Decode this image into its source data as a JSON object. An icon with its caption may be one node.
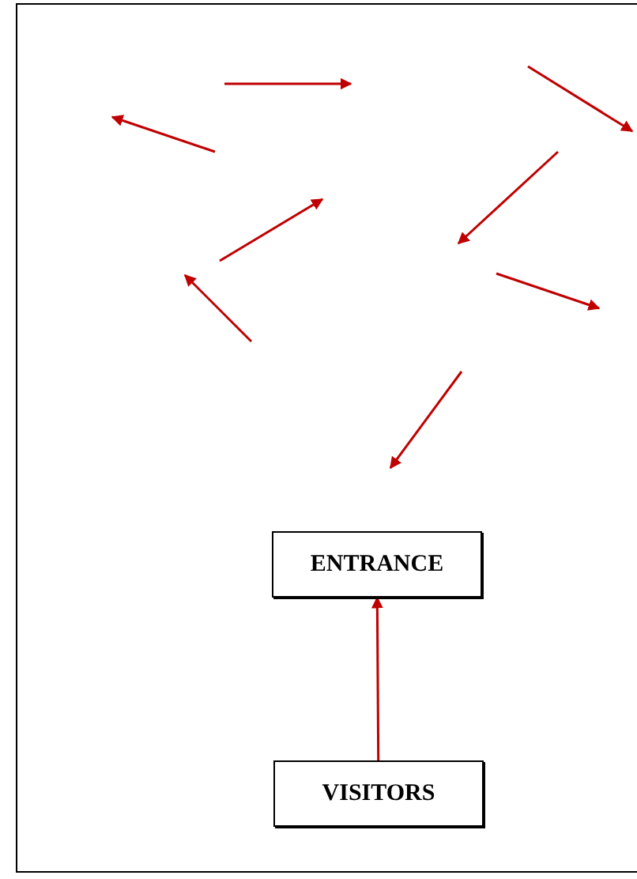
{
  "diagram": {
    "nodes": [
      {
        "text": [
          "ENTRANCE"
        ]
      },
      {
        "text": [
          "VISITORS"
        ]
      }
    ],
    "edges": [
      {
        "from": 1,
        "to": 0,
        "arrow": "to"
      }
    ]
  }
}
